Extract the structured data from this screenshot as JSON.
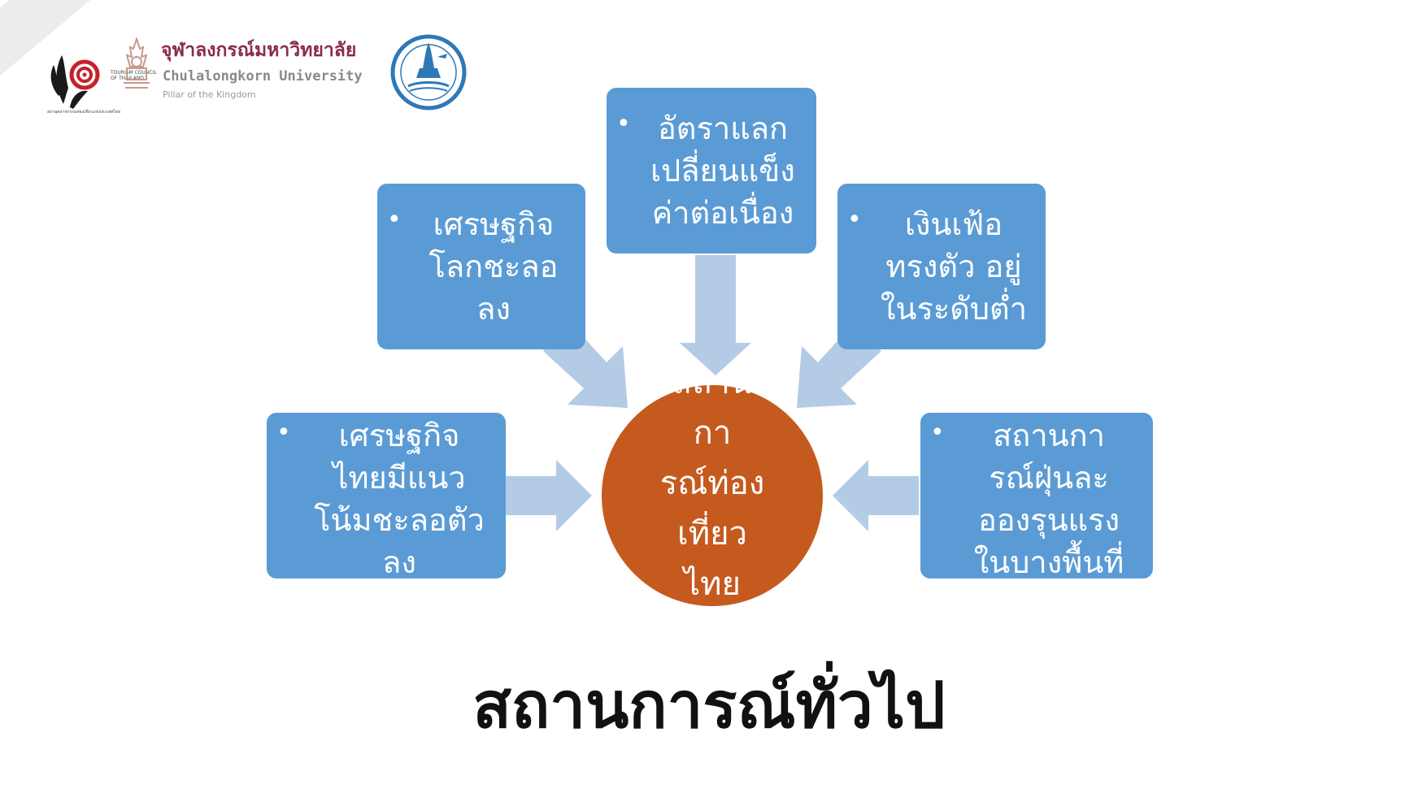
{
  "logos": {
    "tat_caption": "TOURISM COUNCIL OF THAILAND",
    "tat_footer": "สภาอุตสาหกรรมท่องเที่ยวแห่งประเทศไทย",
    "chula_thai": "จุฬาลงกรณ์มหาวิทยาลัย",
    "chula_en": "Chulalongkorn University",
    "chula_sub": "Pillar of the Kingdom"
  },
  "diagram": {
    "center": "สถาน\nกา\nรณ์ท่อง\nเที่ยว\nไทย",
    "boxes": [
      {
        "id": "top",
        "text": "อัตราแลก\nเปลี่ยนแข็ง\nค่าต่อเนื่อง"
      },
      {
        "id": "upper-left",
        "text": "เศรษฐกิจ\nโลกชะลอ\nลง"
      },
      {
        "id": "upper-right",
        "text": "เงินเฟ้อ\nทรงตัว อยู่\nในระดับต่ำ"
      },
      {
        "id": "lower-left",
        "text": "เศรษฐกิจ\nไทยมีแนว\nโน้มชะลอตัว\nลง"
      },
      {
        "id": "lower-right",
        "text": "สถานกา\nรณ์ฝุ่นละ\nอองรุนแรง\nในบางพื้นที่"
      }
    ],
    "bullet": "•"
  },
  "title": "สถานการณ์ทั่วไป",
  "colors": {
    "box": "#5b9bd5",
    "arrow": "#b4cbe6",
    "center": "#c55a1f",
    "title": "#111111"
  }
}
